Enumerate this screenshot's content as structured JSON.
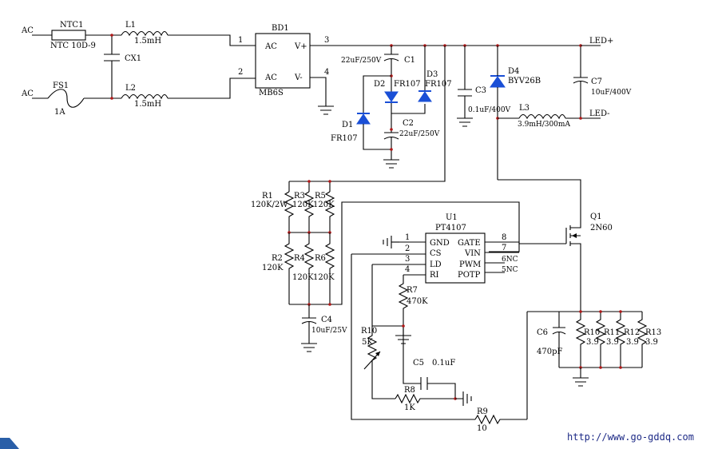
{
  "labels": {
    "ac_top": "AC",
    "ac_bottom": "AC",
    "ntc_ref": "NTC1",
    "ntc_val": "NTC 10D-9",
    "fs_ref": "FS1",
    "fs_val": "1A",
    "l1_ref": "L1",
    "l1_val": "1.5mH",
    "l2_ref": "L2",
    "l2_val": "1.5mH",
    "cx_ref": "CX1",
    "bd_ref": "BD1",
    "bd_val": "MB6S",
    "bd_ac1": "AC",
    "bd_ac2": "AC",
    "bd_vp": "V+",
    "bd_vm": "V-",
    "pin1": "1",
    "pin2": "2",
    "pin3": "3",
    "pin4": "4",
    "c1_val": "22uF/250V",
    "c1_ref": "C1",
    "c2_ref": "C2",
    "c2_val": "22uF/250V",
    "d1_ref": "D1",
    "d1_val": "FR107",
    "d2_ref": "D2",
    "d2_val": "FR107",
    "d3_ref": "D3",
    "d3_val": "FR107",
    "c3_ref": "C3",
    "c3_val": "0.1uF/400V",
    "d4_ref": "D4",
    "d4_val": "BYV26B",
    "c7_ref": "C7",
    "c7_val": "10uF/400V",
    "led_p": "LED+",
    "led_m": "LED-",
    "l3_ref": "L3",
    "l3_val": "3.9mH/300mA",
    "r1_ref": "R1",
    "r1_val": "120K/2W",
    "r3_ref": "R3",
    "r3_val": "120K",
    "r5_ref": "R5",
    "r5_val": "120K",
    "r2_ref": "R2",
    "r2_val": "120K",
    "r4_ref": "R4",
    "r4_val": "120K",
    "r6_ref": "R6",
    "r6_val": "120K",
    "c4_ref": "C4",
    "c4_val": "10uF/25V",
    "u1_ref": "U1",
    "u1_val": "PT4107",
    "pin_gnd": "GND",
    "pin_cs": "CS",
    "pin_ld": "LD",
    "pin_ri": "RI",
    "pin_gate": "GATE",
    "pin_vin": "VIN",
    "pin_pwm": "PWM",
    "pin_potp": "POTP",
    "n1": "1",
    "n2": "2",
    "n3": "3",
    "n4": "4",
    "n8": "8",
    "n7": "7",
    "n6": "6NC",
    "n5": "5NC",
    "r7_ref": "R7",
    "r7_val": "470K",
    "r10_ref": "R10",
    "r10_val": "5K",
    "c5_ref": "C5",
    "c5_val": "0.1uF",
    "r8_ref": "R8",
    "r8_val": "1K",
    "r9_ref": "R9",
    "r9_val": "10",
    "q1_ref": "Q1",
    "q1_val": "2N60",
    "c6_ref": "C6",
    "c6_val": "470pF",
    "ra_ref": "R10",
    "ra_val": "3.9",
    "r11_ref": "R11",
    "r11_val": "3.9",
    "r12_ref": "R12",
    "r12_val": "3.9",
    "r13_ref": "R13",
    "r13_val": "3.9",
    "url": "http://www.go-gddq.com"
  }
}
